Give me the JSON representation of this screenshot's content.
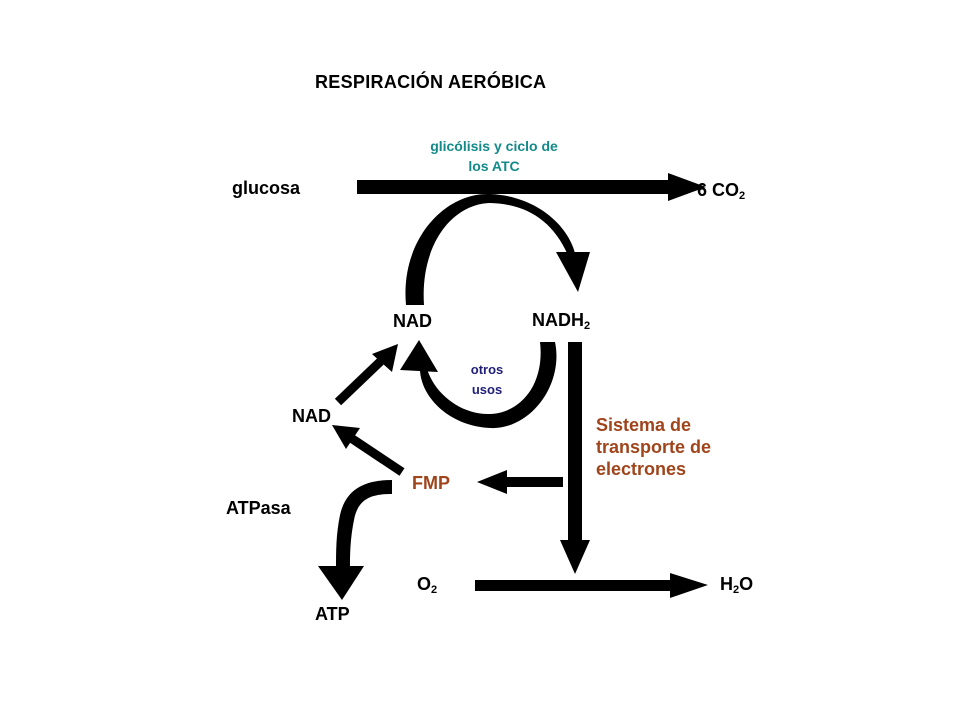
{
  "title": "RESPIRACIÓN AERÓBICA",
  "labels": {
    "glucosa": "glucosa",
    "glycolysis_line1": "glicólisis y ciclo de",
    "glycolysis_line2": "los ATC",
    "co2_prefix": "6 CO",
    "co2_sub": "2",
    "nad_top": "NAD",
    "nadh": "NADH",
    "nadh_sub": "2",
    "otros_line1": "otros",
    "otros_line2": "usos",
    "nad_left": "NAD",
    "ets_line1": "Sistema de",
    "ets_line2": "transporte de",
    "ets_line3": "electrones",
    "fmp": "FMP",
    "atpasa": "ATPasa",
    "o2": "O",
    "o2_sub": "2",
    "h2o_h": "H",
    "h2o_sub": "2",
    "h2o_o": "O",
    "atp": "ATP"
  },
  "colors": {
    "arrows": "#000000",
    "glycolysis_text": "#138a8a",
    "otros_usos_text": "#1f1f7a",
    "electron_transport_text": "#a0451b",
    "default_text": "#000000"
  }
}
